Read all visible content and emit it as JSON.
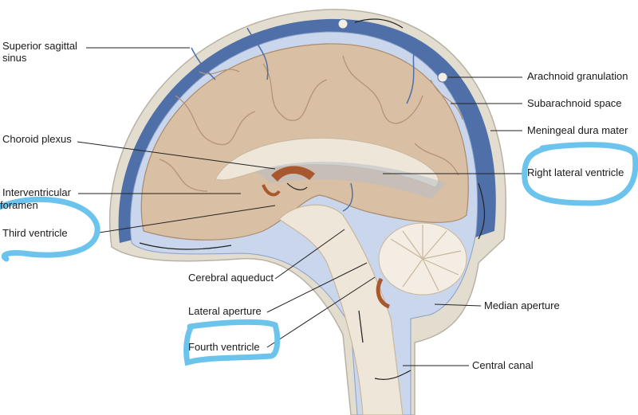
{
  "labels": {
    "superior_sagittal_sinus_1": "Superior sagittal",
    "superior_sagittal_sinus_2": "sinus",
    "arachnoid_granulation": "Arachnoid granulation",
    "subarachnoid_space": "Subarachnoid space",
    "meningeal_dura_mater": "Meningeal dura mater",
    "choroid_plexus": "Choroid plexus",
    "right_lateral_ventricle": "Right lateral ventricle",
    "interventricular_foramen_1": "Interventricular",
    "interventricular_foramen_2": "foramen",
    "third_ventricle": "Third ventricle",
    "cerebral_aqueduct": "Cerebral aqueduct",
    "lateral_aperture": "Lateral aperture",
    "fourth_ventricle": "Fourth ventricle",
    "median_aperture": "Median aperture",
    "central_canal": "Central canal"
  },
  "colors": {
    "skull": "#e3ddd0",
    "dura": "#4e6fa8",
    "csf": "#c9d6ec",
    "brain": "#d9bfa3",
    "choroid": "#a8572f",
    "annotation": "#6cc4ec"
  }
}
